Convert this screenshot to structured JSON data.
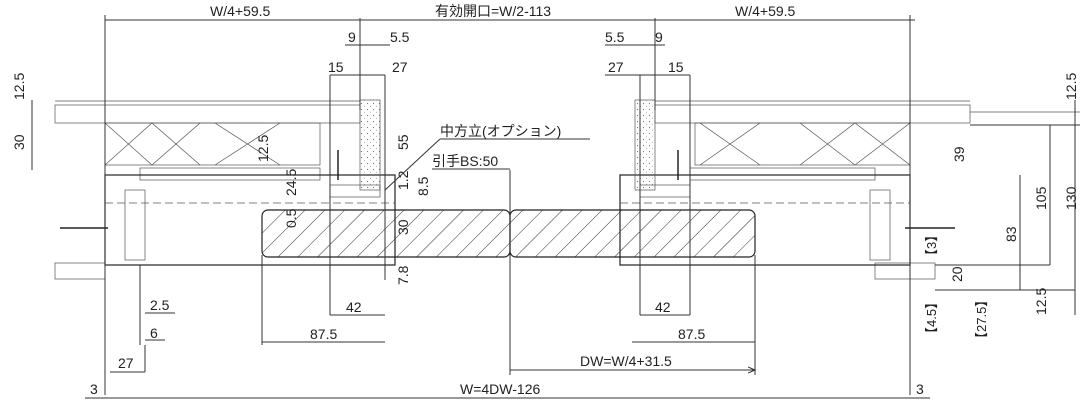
{
  "labels": {
    "top_left_width": "W/4+59.5",
    "top_center_opening": "有効開口=W/2-113",
    "top_right_width": "W/4+59.5",
    "d9_left": "9",
    "d55_left": "5.5",
    "d15_left": "15",
    "d27_left": "27",
    "d55_right": "5.5",
    "d9_right": "9",
    "d27_right": "27",
    "d15_right": "15",
    "d125_left": "12.5",
    "d30_left": "30",
    "d125_inner": "12.5",
    "d55_vertical": "55",
    "center_mullion": "中方立(オプション)",
    "handle_bs": "引手BS:50",
    "d245": "24.5",
    "d12": "1.2",
    "d85": "8.5",
    "d05": "0.5",
    "d30_mid": "30",
    "d78": "7.8",
    "d25": "2.5",
    "d6": "6",
    "d27_bottom": "27",
    "d42_left": "42",
    "d875_left": "87.5",
    "d42_right": "42",
    "d875_right": "87.5",
    "dw": "DW=W/4+31.5",
    "w_total": "W=4DW-126",
    "d3_left": "3",
    "d3_right": "3",
    "d125_right_top": "12.5",
    "d39": "39",
    "d105": "105",
    "d130": "130",
    "d83": "83",
    "d3_bracket": "【3】",
    "d20": "20",
    "d125_right_bottom": "12.5",
    "d45_bracket": "【4.5】",
    "d275_bracket": "【27.5】"
  }
}
